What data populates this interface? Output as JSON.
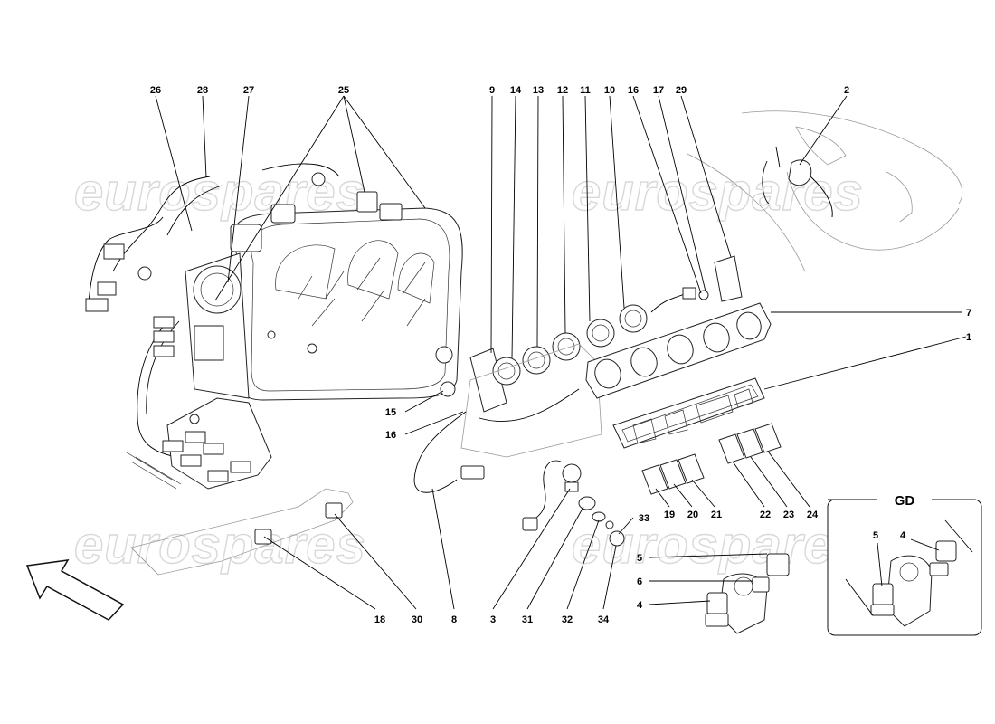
{
  "watermark": {
    "text": "eurospares"
  },
  "callouts": {
    "c26": "26",
    "c28": "28",
    "c27": "27",
    "c25": "25",
    "c9": "9",
    "c14": "14",
    "c13": "13",
    "c12": "12",
    "c11": "11",
    "c10": "10",
    "c16a": "16",
    "c17": "17",
    "c29": "29",
    "c2": "2",
    "c7": "7",
    "c1": "1",
    "c15": "15",
    "c16b": "16",
    "c19": "19",
    "c20": "20",
    "c21": "21",
    "c22": "22",
    "c23": "23",
    "c24": "24",
    "c33": "33",
    "c5": "5",
    "c6": "6",
    "c4": "4",
    "c18": "18",
    "c30": "30",
    "c8": "8",
    "c3": "3",
    "c31": "31",
    "c32": "32",
    "c34": "34"
  },
  "detail_box": {
    "title": "GD",
    "c5": "5",
    "c4": "4"
  }
}
